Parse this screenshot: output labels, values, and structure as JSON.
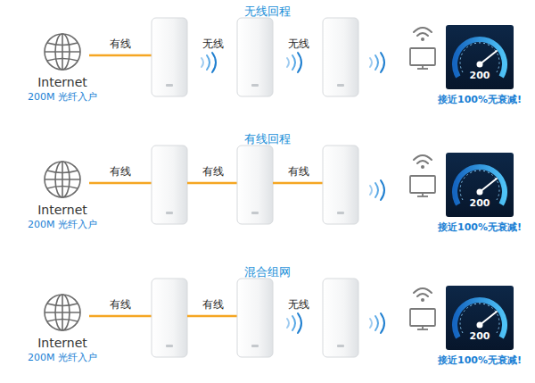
{
  "diagram": {
    "nodes": [
      {
        "text": [
          "Internet",
          "200M 光纤入户"
        ]
      },
      {
        "text": [
          "200",
          "接近100%无衰减!"
        ]
      },
      {
        "text": [
          "Internet",
          "200M 光纤入户"
        ]
      },
      {
        "text": [
          "200",
          "接近100%无衰减!"
        ]
      },
      {
        "text": [
          "Internet",
          "200M 光纤入户"
        ]
      },
      {
        "text": [
          "200",
          "接近100%无衰减!"
        ]
      }
    ],
    "labels": [
      "无线回程",
      "有线",
      "无线",
      "无线",
      "有线回程",
      "有线",
      "有线",
      "有线",
      "混合组网",
      "有线",
      "有线",
      "无线"
    ]
  }
}
